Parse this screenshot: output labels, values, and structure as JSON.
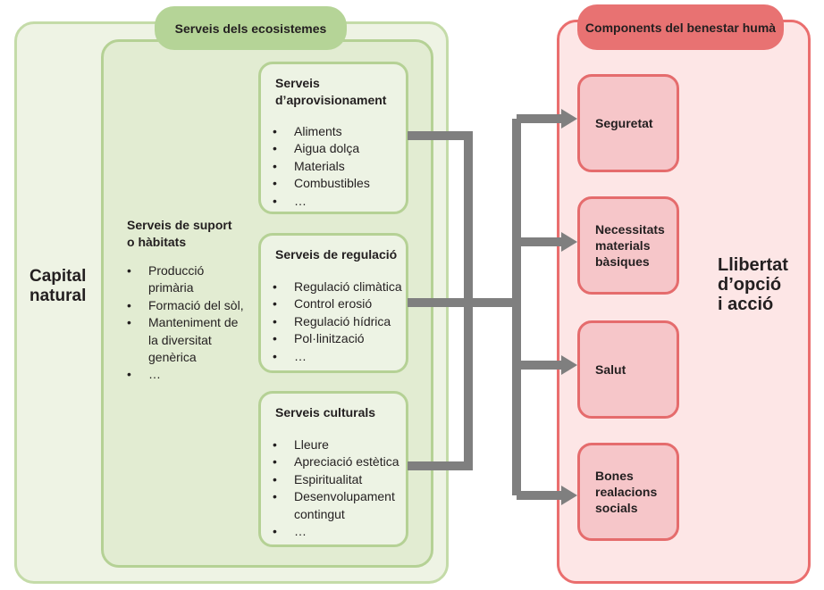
{
  "capital_natural": "Capital natural",
  "serveis_ecosistemes": {
    "title": "Serveis dels ecosistemes",
    "suport": {
      "title_line1": "Serveis de suport",
      "title_line2": "o hàbitats",
      "items": [
        [
          "Producció",
          "primària"
        ],
        [
          "Formació del sòl,"
        ],
        [
          "Manteniment de",
          "la diversitat",
          "genèrica"
        ],
        [
          "…"
        ]
      ]
    },
    "aprovisionament": {
      "title_line1": "Serveis",
      "title_line2": "d’aprovisionament",
      "items": [
        "Aliments",
        "Aigua dolça",
        "Materials",
        "Combustibles",
        "…"
      ]
    },
    "regulacio": {
      "title": "Serveis de regulació",
      "items": [
        "Regulació climàtica",
        "Control erosió",
        "Regulació hídrica",
        "Pol·linització",
        "…"
      ]
    },
    "culturals": {
      "title": "Serveis culturals",
      "items": [
        [
          "Lleure"
        ],
        [
          "Apreciació estètica"
        ],
        [
          "Espiritualitat"
        ],
        [
          "Desenvolupament",
          "contingut"
        ],
        [
          "…"
        ]
      ]
    }
  },
  "benestar_huma": {
    "title": "Components del benestar humà",
    "components": [
      [
        "Seguretat"
      ],
      [
        "Necessitats",
        "materials",
        "bàsiques"
      ],
      [
        "Salut"
      ],
      [
        "Bones",
        "realacions",
        "socials"
      ]
    ],
    "llibertat": [
      "Llibertat",
      "d’opció",
      "i acció"
    ]
  },
  "colors": {
    "green_outer_fill": "#eef3e4",
    "green_border": "#b5d195",
    "green_pill": "#b5d497",
    "red_outer_fill": "#fde6e6",
    "red_border": "#e56c6d",
    "red_box_fill": "#f6c6c9",
    "red_pill": "#e87272",
    "arrow_gray": "#7f7f7f"
  }
}
